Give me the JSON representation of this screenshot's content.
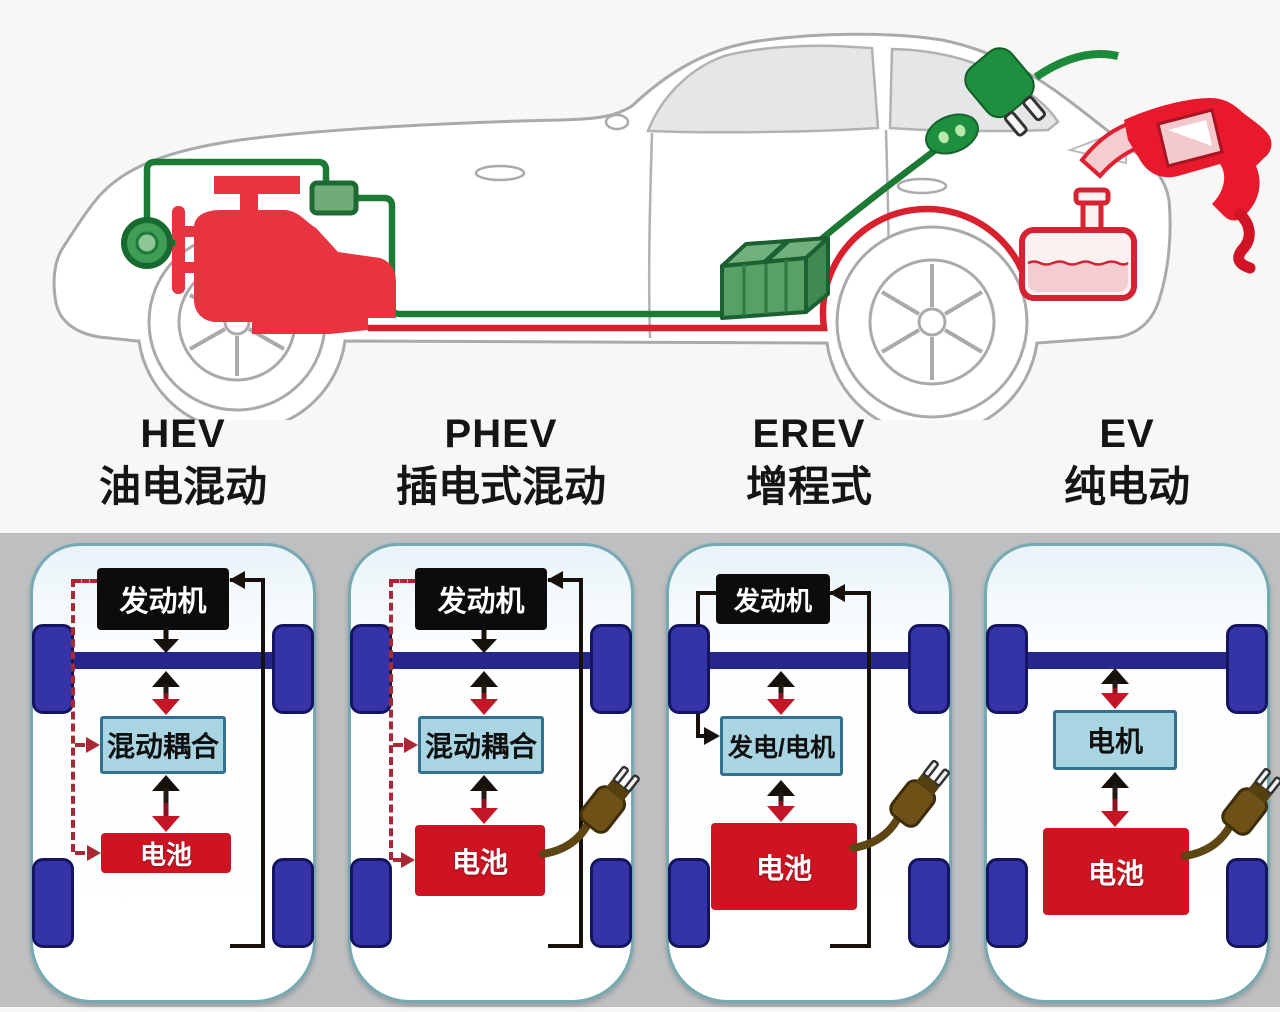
{
  "page": {
    "description_icons": [
      "car-cutaway-illustration",
      "engine-icon",
      "generator-icon",
      "inverter-icon",
      "battery-pack-icon",
      "charge-port-icon",
      "green-charging-plug-icon",
      "fuel-door-icon",
      "fuel-tank-icon",
      "fuel-nozzle-icon",
      "wheel-icon",
      "charging-plug-icon"
    ]
  },
  "palette": {
    "page_bg": "#f7f8f6",
    "band_bg": "#bdbfc1",
    "card_border": "#76aab2",
    "wheel_blue": "#3434a8",
    "axle_blue": "#26268c",
    "engine_black": "#0c0c0c",
    "converter_fill": "#a9d4e2",
    "converter_border": "#34718f",
    "battery_red": "#ce1422",
    "arrow_black": "#17110c",
    "arrow_red": "#c41626",
    "dashed_red": "#aa2836",
    "electric_green": "#1e8f3e",
    "fuel_red": "#d8202f",
    "plug_brown": "#6e5117",
    "car_outline_gray": "#a8aaac"
  },
  "types": [
    {
      "acronym": "HEV",
      "name": "油电混动",
      "engine_label": "发动机",
      "converter_label": "混动耦合",
      "battery_label": "电池"
    },
    {
      "acronym": "PHEV",
      "name": "插电式混动",
      "engine_label": "发动机",
      "converter_label": "混动耦合",
      "battery_label": "电池"
    },
    {
      "acronym": "EREV",
      "name": "增程式",
      "engine_label": "发动机",
      "converter_label": "发电/电机",
      "battery_label": "电池"
    },
    {
      "acronym": "EV",
      "name": "纯电动",
      "converter_label": "电机",
      "battery_label": "电池"
    }
  ]
}
